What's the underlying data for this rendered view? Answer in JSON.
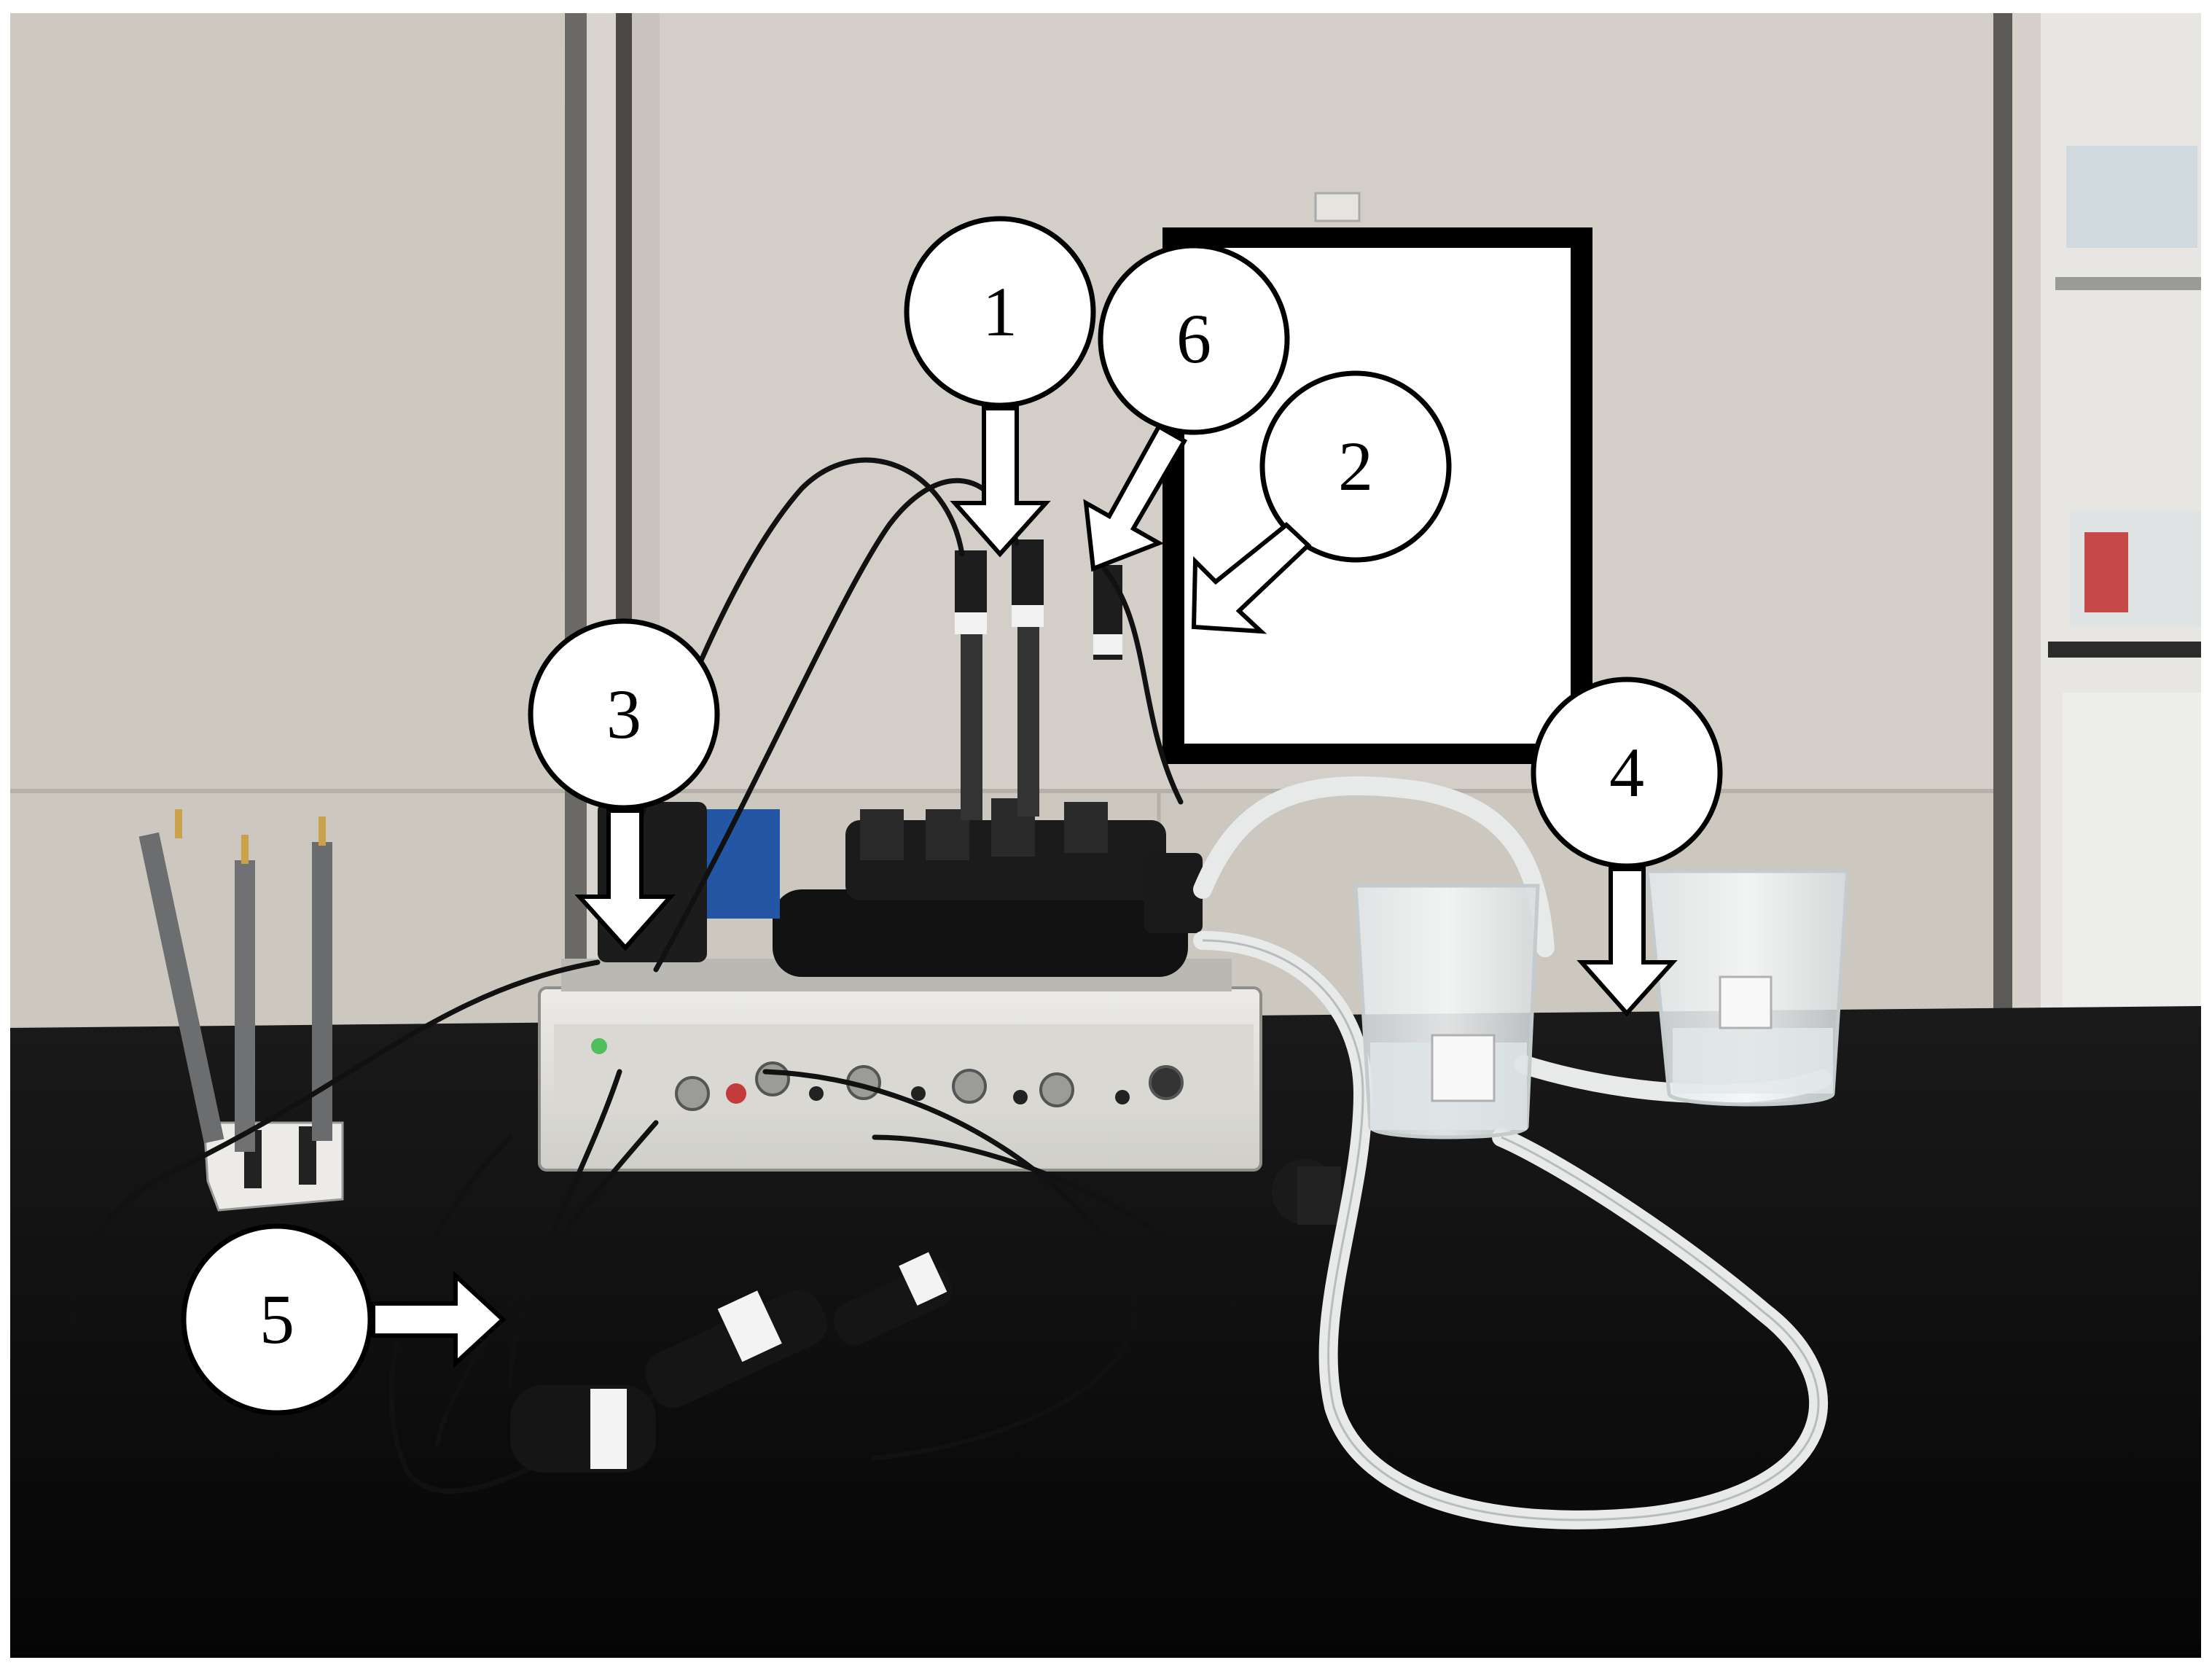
{
  "figure": {
    "callouts": [
      {
        "id": "1",
        "label": "1"
      },
      {
        "id": "2",
        "label": "2"
      },
      {
        "id": "3",
        "label": "3"
      },
      {
        "id": "4",
        "label": "4"
      },
      {
        "id": "5",
        "label": "5"
      },
      {
        "id": "6",
        "label": "6"
      }
    ]
  },
  "colors": {
    "wall": "#cfcbc4",
    "bench_top": "#111111",
    "device_body": "#e2e2de",
    "tubing": "#e9ece9",
    "callout_fill": "#ffffff",
    "callout_stroke": "#000000"
  }
}
